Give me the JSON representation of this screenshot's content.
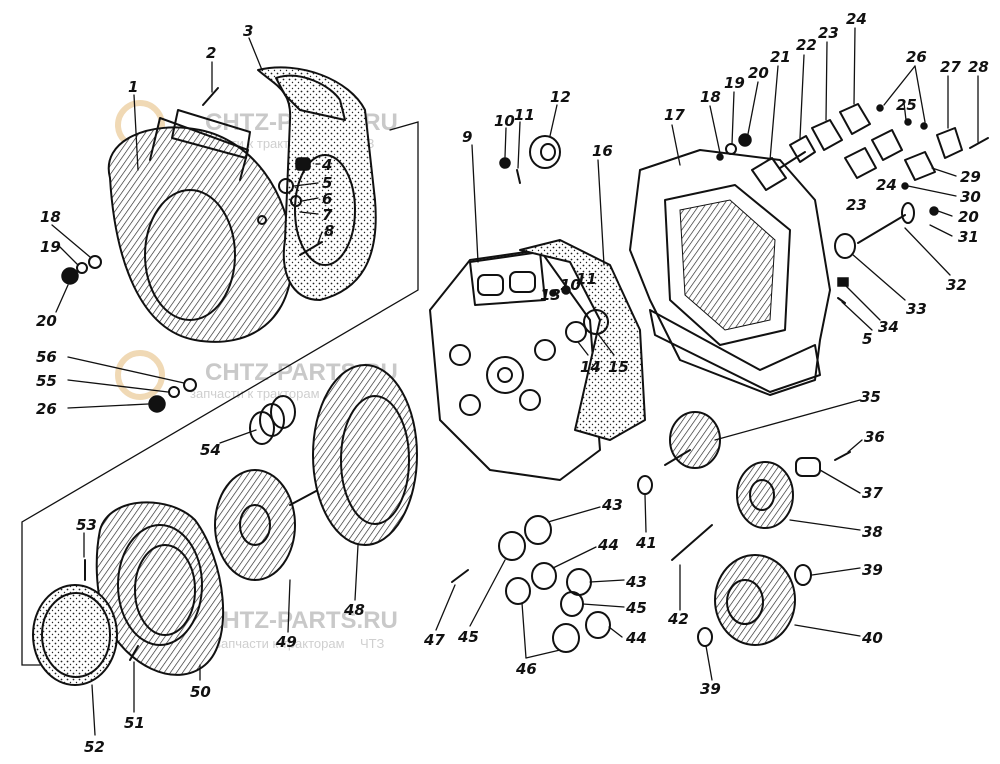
{
  "watermark": {
    "brand": "CHTZ-PARTS.RU",
    "tagline": "запчасти к тракторам",
    "tagline_suffix": "ЧТЗ",
    "gear_color": "#f0d9b5",
    "text_color": "#c9c9c9"
  },
  "part_numbers": [
    "1",
    "2",
    "3",
    "4",
    "5",
    "6",
    "7",
    "8",
    "9",
    "10",
    "11",
    "12",
    "13",
    "14",
    "15",
    "16",
    "17",
    "18",
    "19",
    "20",
    "21",
    "22",
    "23",
    "24",
    "25",
    "26",
    "27",
    "28",
    "29",
    "30",
    "31",
    "32",
    "33",
    "34",
    "35",
    "36",
    "37",
    "38",
    "39",
    "40",
    "41",
    "42",
    "43",
    "44",
    "45",
    "46",
    "47",
    "48",
    "49",
    "50",
    "51",
    "52",
    "53",
    "54",
    "55",
    "56"
  ],
  "callouts": {
    "c1": "1",
    "c2": "2",
    "c3": "3",
    "c4": "4",
    "c5a": "5",
    "c6": "6",
    "c7": "7",
    "c8": "8",
    "c18a": "18",
    "c19a": "19",
    "c20a": "20",
    "c56": "56",
    "c55": "55",
    "c26a": "26",
    "c54": "54",
    "c9": "9",
    "c10a": "10",
    "c11a": "11",
    "c12": "12",
    "c13": "13",
    "c10b": "10",
    "c11b": "11",
    "c14": "14",
    "c15": "15",
    "c16": "16",
    "c17": "17",
    "c18b": "18",
    "c19b": "19",
    "c20b": "20",
    "c21": "21",
    "c22": "22",
    "c23a": "23",
    "c24a": "24",
    "c26b": "26",
    "c25": "25",
    "c27": "27",
    "c28": "28",
    "c29": "29",
    "c30": "30",
    "c23b": "23",
    "c24b": "24",
    "c20c": "20",
    "c31": "31",
    "c32": "32",
    "c33": "33",
    "c34": "34",
    "c5b": "5",
    "c35": "35",
    "c36": "36",
    "c37": "37",
    "c38": "38",
    "c39a": "39",
    "c40": "40",
    "c39b": "39",
    "c41": "41",
    "c42": "42",
    "c43a": "43",
    "c44a": "44",
    "c43b": "43",
    "c45a": "45",
    "c44b": "44",
    "c45b": "45",
    "c46": "46",
    "c47": "47",
    "c48": "48",
    "c49": "49",
    "c50": "50",
    "c51": "51",
    "c52": "52",
    "c53": "53"
  }
}
